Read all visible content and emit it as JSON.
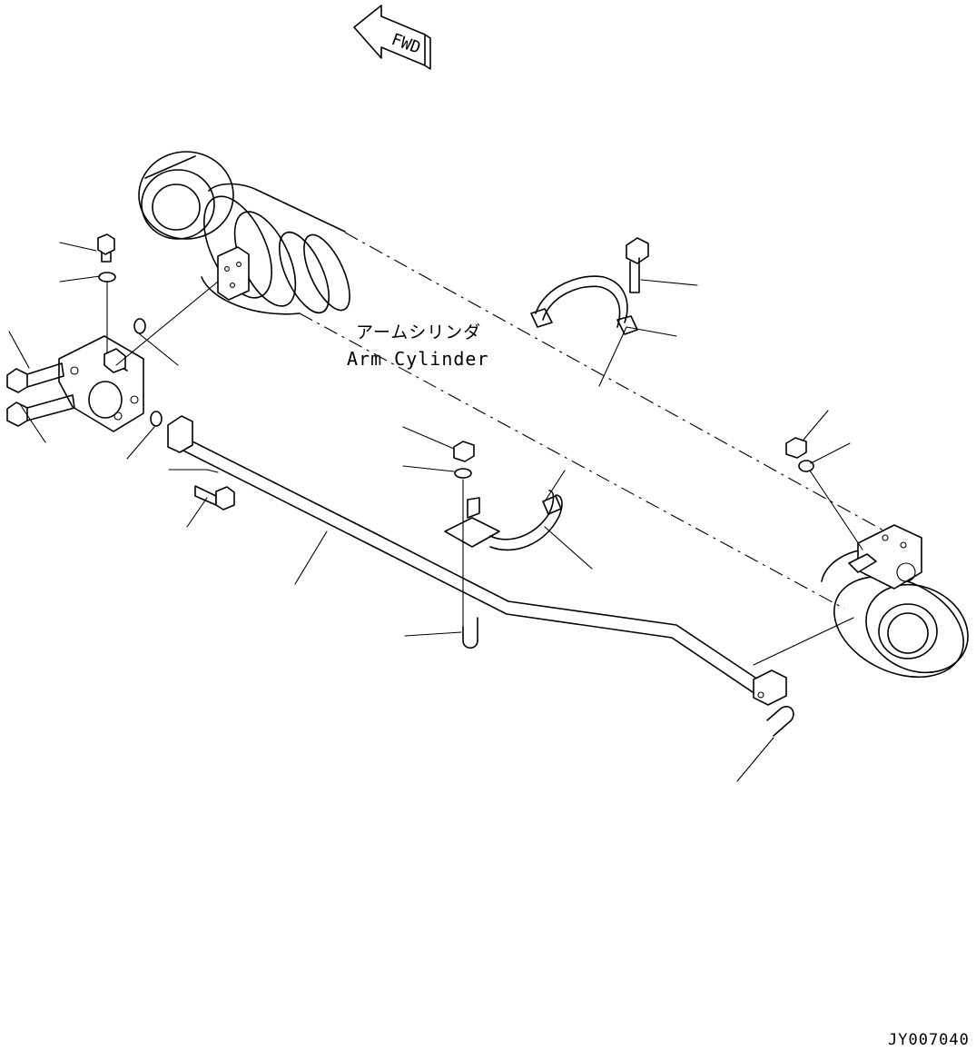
{
  "direction_marker": "FWD",
  "part_label": {
    "japanese": "アームシリンダ",
    "english": "Arm Cylinder"
  },
  "drawing_code": "JY007040"
}
